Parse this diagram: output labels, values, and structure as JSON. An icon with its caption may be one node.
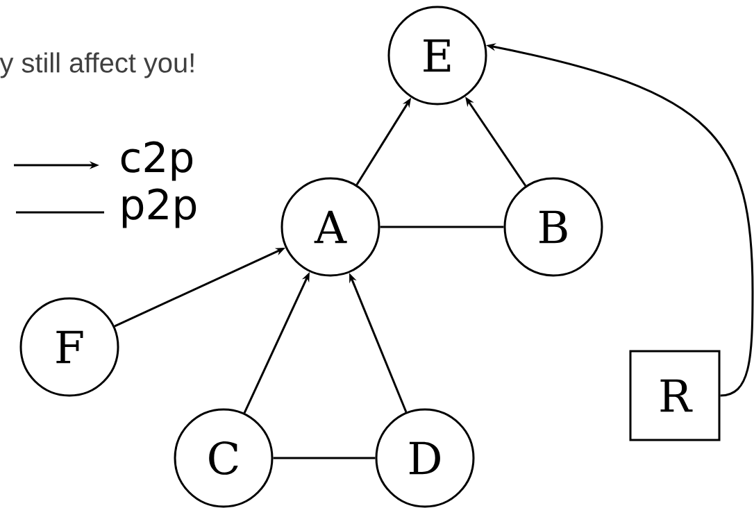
{
  "diagram": {
    "nodes": [
      {
        "text": [
          "E"
        ]
      },
      {
        "text": [
          "A"
        ]
      },
      {
        "text": [
          "B"
        ]
      },
      {
        "text": [
          "F"
        ]
      },
      {
        "text": [
          "C"
        ]
      },
      {
        "text": [
          "D"
        ]
      },
      {
        "text": [
          "R"
        ]
      }
    ],
    "edges": [
      {
        "from": 1,
        "to": 0,
        "arrow": "to"
      },
      {
        "from": 2,
        "to": 0,
        "arrow": "to"
      },
      {
        "from": 1,
        "to": 2,
        "arrow": "none"
      },
      {
        "from": 3,
        "to": 1,
        "arrow": "to"
      },
      {
        "from": 4,
        "to": 1,
        "arrow": "to"
      },
      {
        "from": 5,
        "to": 1,
        "arrow": "to"
      },
      {
        "from": 4,
        "to": 5,
        "arrow": "none"
      },
      {
        "from": 6,
        "to": 0,
        "arrow": "to"
      }
    ],
    "labels": [
      "y still affect you!"
    ],
    "legend": [
      {
        "text": "c2p"
      },
      {
        "text": "p2p"
      }
    ]
  }
}
